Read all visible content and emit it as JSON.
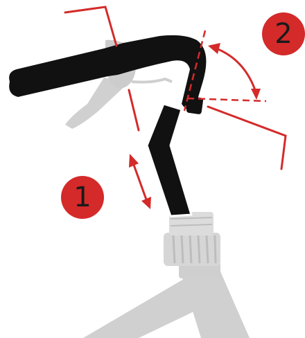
{
  "colors": {
    "accent": "#d42a2a",
    "part_black": "#111111",
    "part_gray": "#d0d0d0",
    "part_gray_dark": "#b8b8b8",
    "badge_bg": "#d42a2a",
    "badge_text": "#1a1a1a"
  },
  "badges": [
    {
      "label": "1",
      "meaning": "height-adjustment"
    },
    {
      "label": "2",
      "meaning": "angle-adjustment"
    }
  ]
}
